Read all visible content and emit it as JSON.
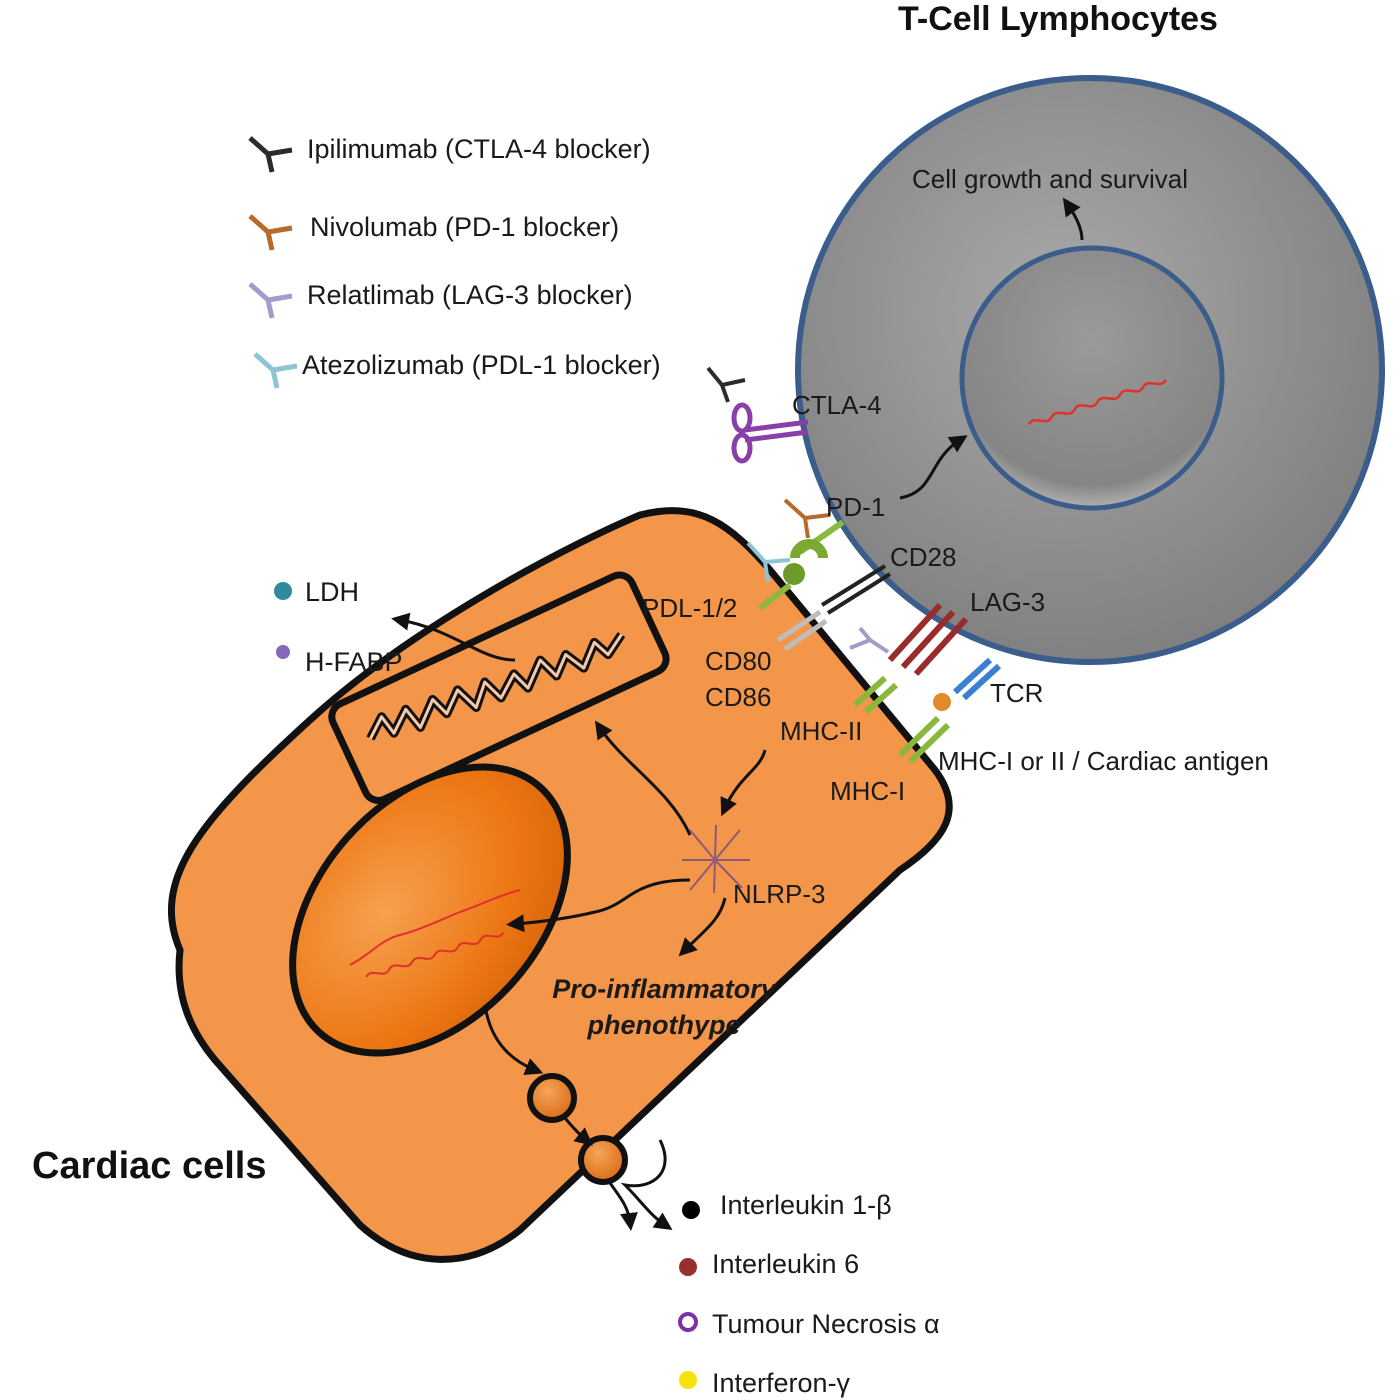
{
  "titles": {
    "tcell": "T-Cell Lymphocytes",
    "cardiac": "Cardiac cells"
  },
  "legend_drugs": [
    {
      "label": "Ipilimumab (CTLA-4 blocker)",
      "color": "#2b2b2b"
    },
    {
      "label": "Nivolumab (PD-1 blocker)",
      "color": "#b86a2c"
    },
    {
      "label": "Relatlimab (LAG-3 blocker)",
      "color": "#a89ac8"
    },
    {
      "label": "Atezolizumab (PDL-1 blocker)",
      "color": "#8fc4d4"
    }
  ],
  "released_markers": [
    {
      "label": "LDH",
      "color": "#2e8b9a"
    },
    {
      "label": "H-FABP",
      "color": "#8a66b8"
    }
  ],
  "cytokines": [
    {
      "label": "Interleukin 1-β",
      "color": "#000000"
    },
    {
      "label": "Interleukin 6",
      "color": "#9a2e2e"
    },
    {
      "label": "Tumour Necrosis α",
      "color": "#7b2fa8"
    },
    {
      "label": "Interferon-γ",
      "color": "#f5e20a"
    }
  ],
  "tcell_labels": {
    "growth": "Cell growth and survival",
    "ctla4": "CTLA-4",
    "pd1": "PD-1",
    "cd28": "CD28",
    "lag3": "LAG-3",
    "tcr": "TCR",
    "antigen": "MHC-I or II / Cardiac antigen"
  },
  "cardiac_labels": {
    "pdl": "PDL-1/2",
    "cd80": "CD80",
    "cd86": "CD86",
    "mhc2": "MHC-II",
    "mhc1": "MHC-I",
    "nlrp3": "NLRP-3",
    "phenotype_line1": "Pro-inflammatory",
    "phenotype_line2": "phenothype"
  },
  "colors": {
    "cardiac_fill": "#f4964a",
    "tcell_fill": "#8c8c8c",
    "tcell_border": "#3a5d8c",
    "nucleus_fill": "#ef7a1a",
    "dna": "#e0322d",
    "ctla4": "#8a3fa8",
    "pd1_ligand": "#8ab83c",
    "lag3": "#9b2a2a",
    "tcr": "#3a7fd1",
    "cd28": "#222222",
    "cd80": "#bdbdbd"
  }
}
